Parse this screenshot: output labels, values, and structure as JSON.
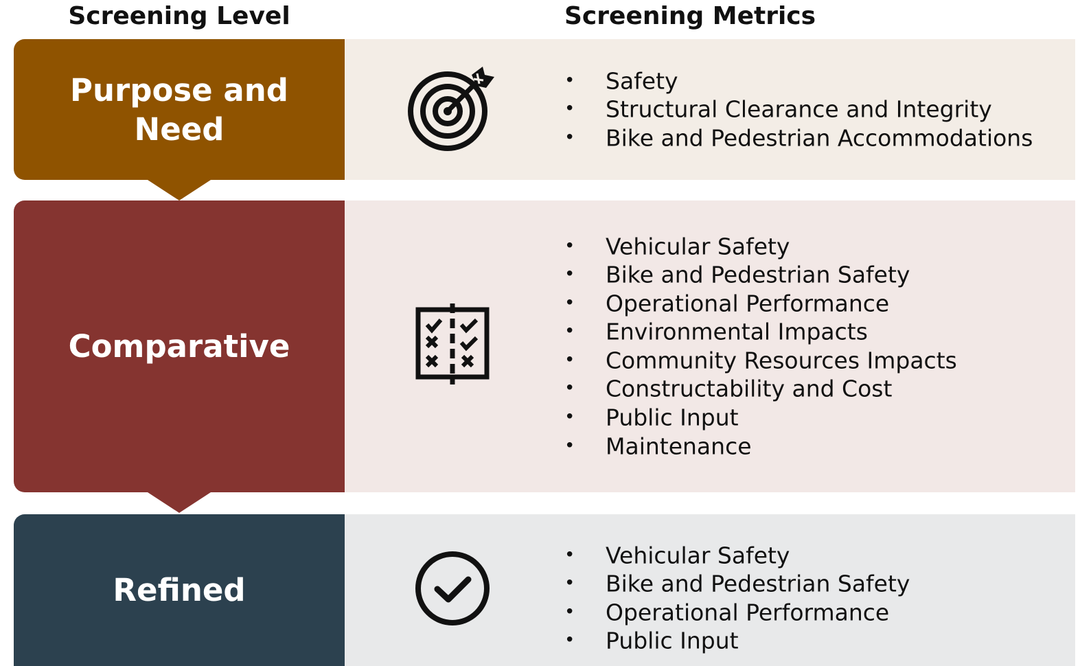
{
  "headers": {
    "level": "Screening Level",
    "metrics": "Screening Metrics"
  },
  "stages": [
    {
      "label": "Purpose and Need",
      "color": "#8f5300",
      "panel_color": "#f3ede6",
      "icon": "target-icon",
      "metrics": [
        "Safety",
        "Structural Clearance and Integrity",
        "Bike and Pedestrian Accommodations"
      ]
    },
    {
      "label": "Comparative",
      "color": "#853430",
      "panel_color": "#f2e8e6",
      "icon": "checklist-icon",
      "metrics": [
        "Vehicular Safety",
        "Bike and Pedestrian Safety",
        "Operational Performance",
        "Environmental Impacts",
        "Community Resources Impacts",
        "Constructability and Cost",
        "Public Input",
        "Maintenance"
      ]
    },
    {
      "label": "Refined",
      "color": "#2c414f",
      "panel_color": "#e8e9ea",
      "icon": "check-circle-icon",
      "metrics": [
        "Vehicular Safety",
        "Bike and Pedestrian Safety",
        "Operational Performance",
        "Public Input"
      ]
    }
  ]
}
